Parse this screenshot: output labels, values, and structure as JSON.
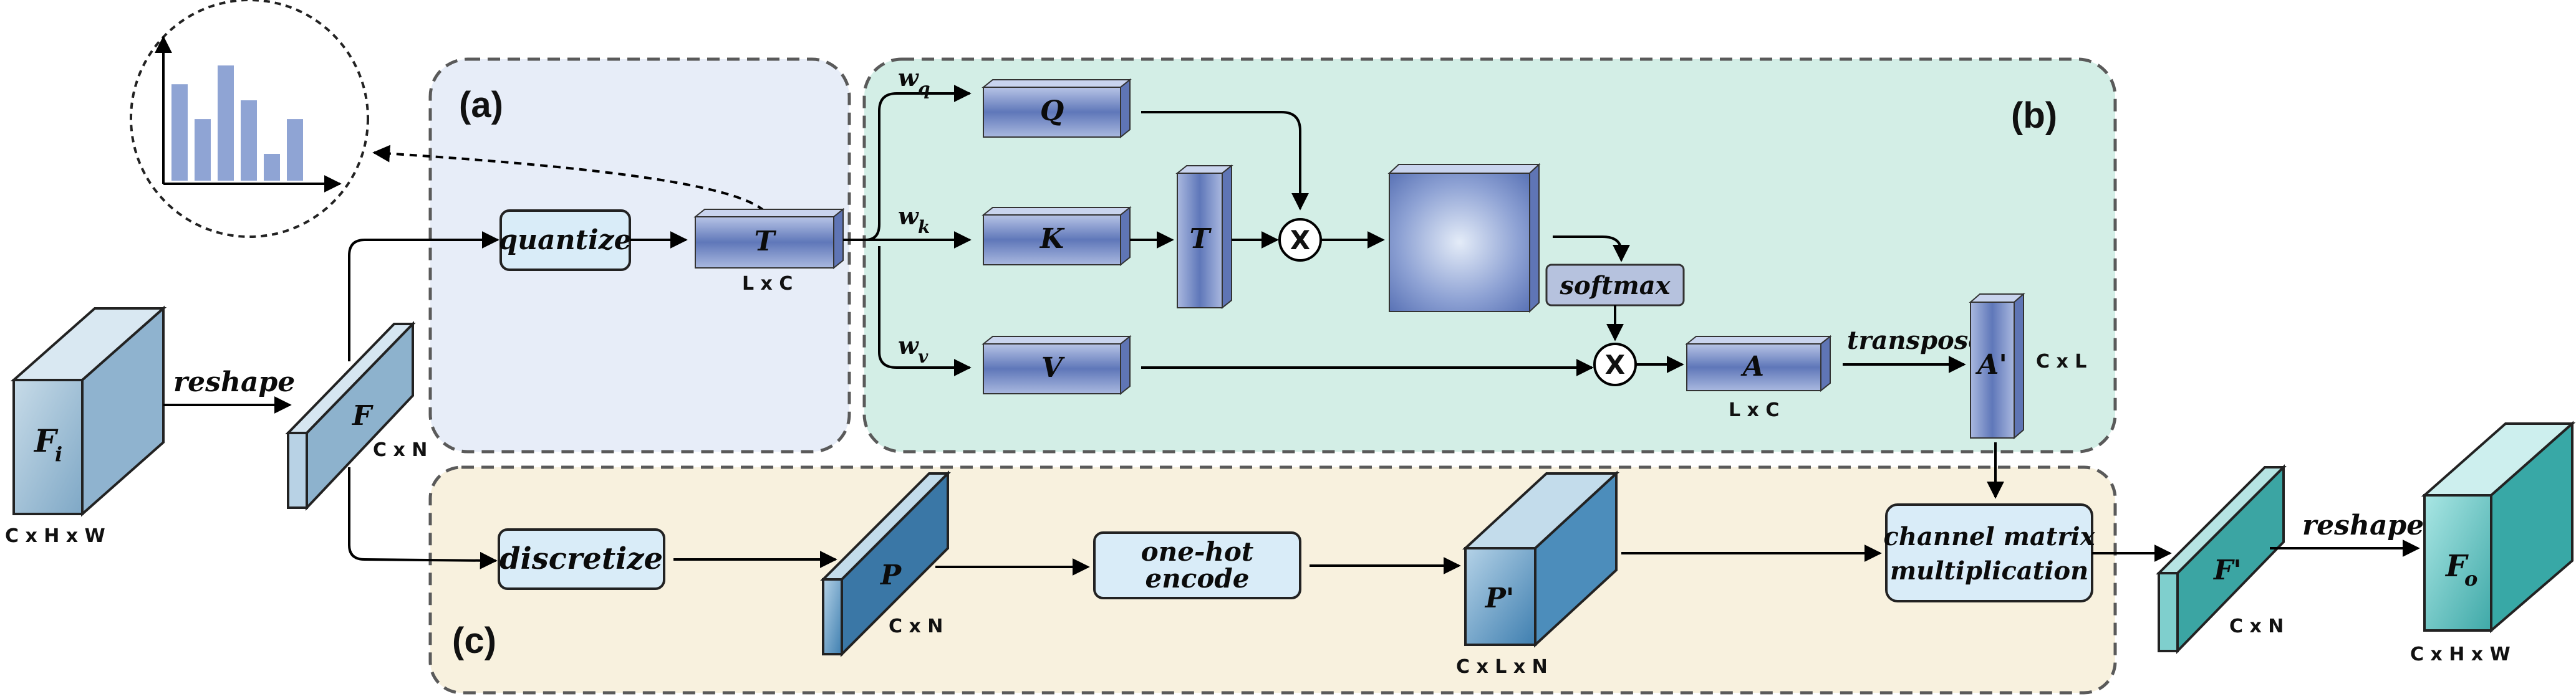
{
  "regions": {
    "a": "(a)",
    "b": "(b)",
    "c": "(c)"
  },
  "nodes": {
    "fi": "F",
    "fi_sub": "i",
    "fi_dims": "C x H x W",
    "f": "F",
    "f_dims": "C x N",
    "t": "T",
    "t_dims": "L x C",
    "q": "Q",
    "k": "K",
    "v": "V",
    "kt": "T",
    "a": "A",
    "a_dims": "L x C",
    "a_prime": "A'",
    "a_prime_dims": "C x L",
    "p": "P",
    "p_dims": "C x N",
    "p_prime": "P'",
    "p_prime_dims": "C x L x N",
    "f_prime": "F'",
    "f_prime_dims": "C x N",
    "fo": "F",
    "fo_sub": "o",
    "fo_dims": "C x H x W"
  },
  "weights": {
    "wq": "w",
    "wq_sub": "q",
    "wk": "w",
    "wk_sub": "k",
    "wv": "w",
    "wv_sub": "v"
  },
  "ops": {
    "quantize": "quantize",
    "softmax": "softmax",
    "discretize": "discretize",
    "onehot_1": "one-hot",
    "onehot_2": "encode",
    "channel_1": "channel matrix",
    "channel_2": "multiplication",
    "multiply_symbol": "X"
  },
  "edge_labels": {
    "reshape_in": "reshape",
    "reshape_out": "reshape",
    "transpose": "transpose"
  },
  "histogram_data": {
    "type": "bar",
    "values": [
      0.72,
      0.46,
      0.86,
      0.6,
      0.2,
      0.46
    ]
  },
  "colors": {
    "region_a": "#e7edf8",
    "region_b": "#d3eee6",
    "region_c": "#f8f1de",
    "region_border": "#5a5a5a",
    "block_blue": "#7388c4",
    "block_light": "#b9c9e8",
    "op_fill": "#d9ecf8",
    "teal": "#4fb6b4",
    "softmax_fill": "#b6c2de"
  }
}
